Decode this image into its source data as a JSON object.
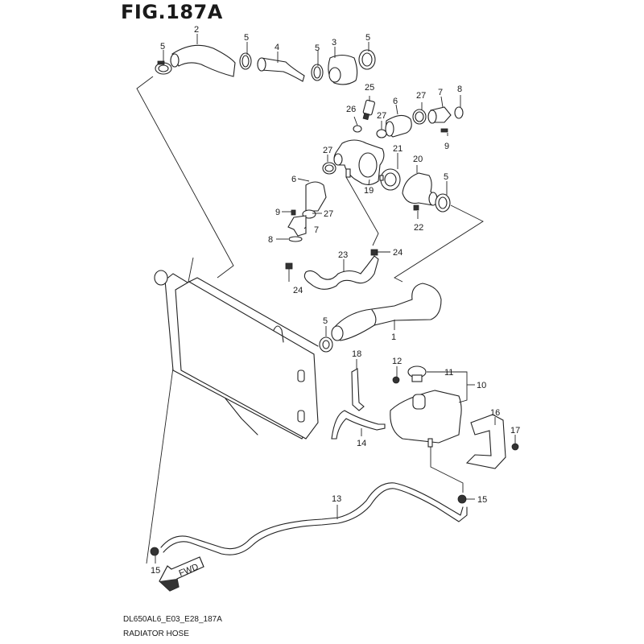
{
  "figure": {
    "title": "FIG.187A",
    "code": "DL650AL6_E03_E28_187A",
    "name": "RADIATOR HOSE",
    "direction_label": "FWD"
  },
  "callouts": [
    {
      "id": "c2a",
      "label": "2"
    },
    {
      "id": "c5a",
      "label": "5"
    },
    {
      "id": "c5b",
      "label": "5"
    },
    {
      "id": "c4",
      "label": "4"
    },
    {
      "id": "c5c",
      "label": "5"
    },
    {
      "id": "c3",
      "label": "3"
    },
    {
      "id": "c5d",
      "label": "5"
    },
    {
      "id": "c25",
      "label": "25"
    },
    {
      "id": "c26",
      "label": "26"
    },
    {
      "id": "c6a",
      "label": "6"
    },
    {
      "id": "c27a",
      "label": "27"
    },
    {
      "id": "c7a",
      "label": "7"
    },
    {
      "id": "c8a",
      "label": "8"
    },
    {
      "id": "c27b",
      "label": "27"
    },
    {
      "id": "c9a",
      "label": "9"
    },
    {
      "id": "c27c",
      "label": "27"
    },
    {
      "id": "c21",
      "label": "21"
    },
    {
      "id": "c20",
      "label": "20"
    },
    {
      "id": "c6b",
      "label": "6"
    },
    {
      "id": "c19",
      "label": "19"
    },
    {
      "id": "c5e",
      "label": "5"
    },
    {
      "id": "c9b",
      "label": "9"
    },
    {
      "id": "c27d",
      "label": "27"
    },
    {
      "id": "c7b",
      "label": "7"
    },
    {
      "id": "c8b",
      "label": "8"
    },
    {
      "id": "c22",
      "label": "22"
    },
    {
      "id": "c23",
      "label": "23"
    },
    {
      "id": "c24a",
      "label": "24"
    },
    {
      "id": "c24b",
      "label": "24"
    },
    {
      "id": "c5f",
      "label": "5"
    },
    {
      "id": "c1",
      "label": "1"
    },
    {
      "id": "c18",
      "label": "18"
    },
    {
      "id": "c12",
      "label": "12"
    },
    {
      "id": "c11",
      "label": "11"
    },
    {
      "id": "c10",
      "label": "10"
    },
    {
      "id": "c16",
      "label": "16"
    },
    {
      "id": "c17",
      "label": "17"
    },
    {
      "id": "c14",
      "label": "14"
    },
    {
      "id": "c13",
      "label": "13"
    },
    {
      "id": "c15a",
      "label": "15"
    },
    {
      "id": "c15b",
      "label": "15"
    }
  ]
}
